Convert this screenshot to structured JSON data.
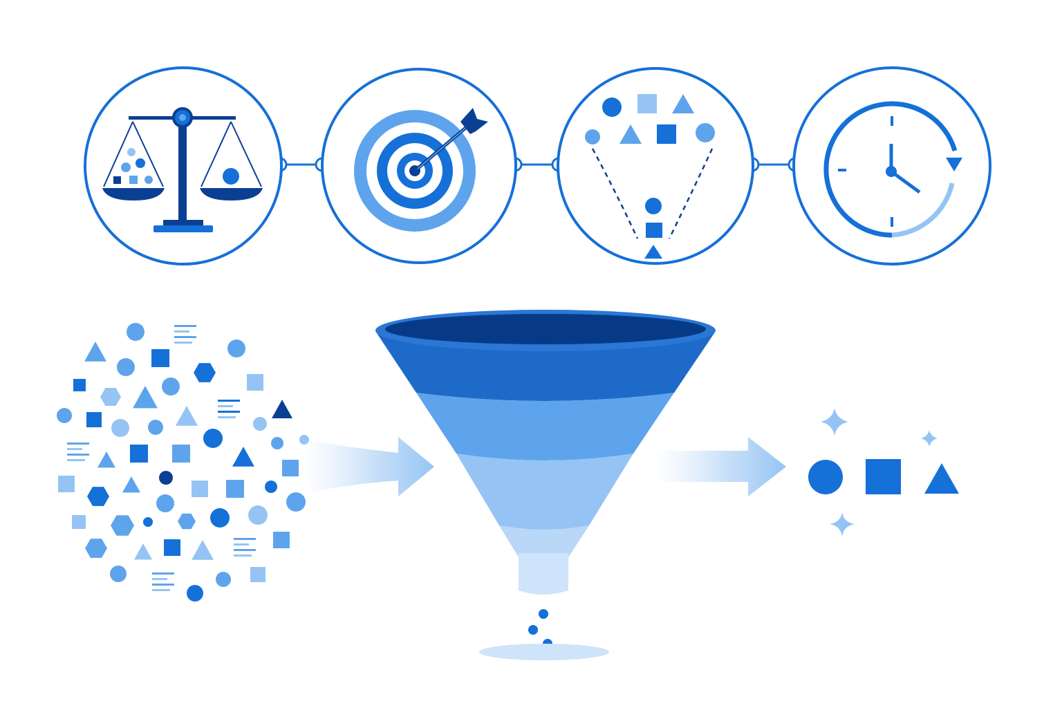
{
  "colors": {
    "dark": "#0b3f94",
    "primary": "#1570d8",
    "medium": "#5ea4ec",
    "light": "#95c4f4",
    "pale": "#cfe3fa",
    "funnel_rim": "#1e6ac9",
    "funnel_mouth": "#073a86",
    "funnel_band1": "#1e6ac9",
    "funnel_band2": "#5ea4ec",
    "funnel_band3": "#95c4f4",
    "funnel_band4": "#b9d7f7",
    "funnel_spout": "#cfe3fa"
  },
  "top_row": {
    "icons": [
      "balance-scale-icon",
      "target-arrow-icon",
      "shape-sorting-icon",
      "clock-cycle-icon"
    ],
    "connectors": 3
  },
  "main_flow": {
    "input": "scattered-shapes-cloud",
    "process": "filter-funnel",
    "funnel_layers": 4,
    "output_shapes": [
      "circle-icon",
      "square-icon",
      "triangle-icon"
    ],
    "output_decoration": "sparkle-icon"
  }
}
